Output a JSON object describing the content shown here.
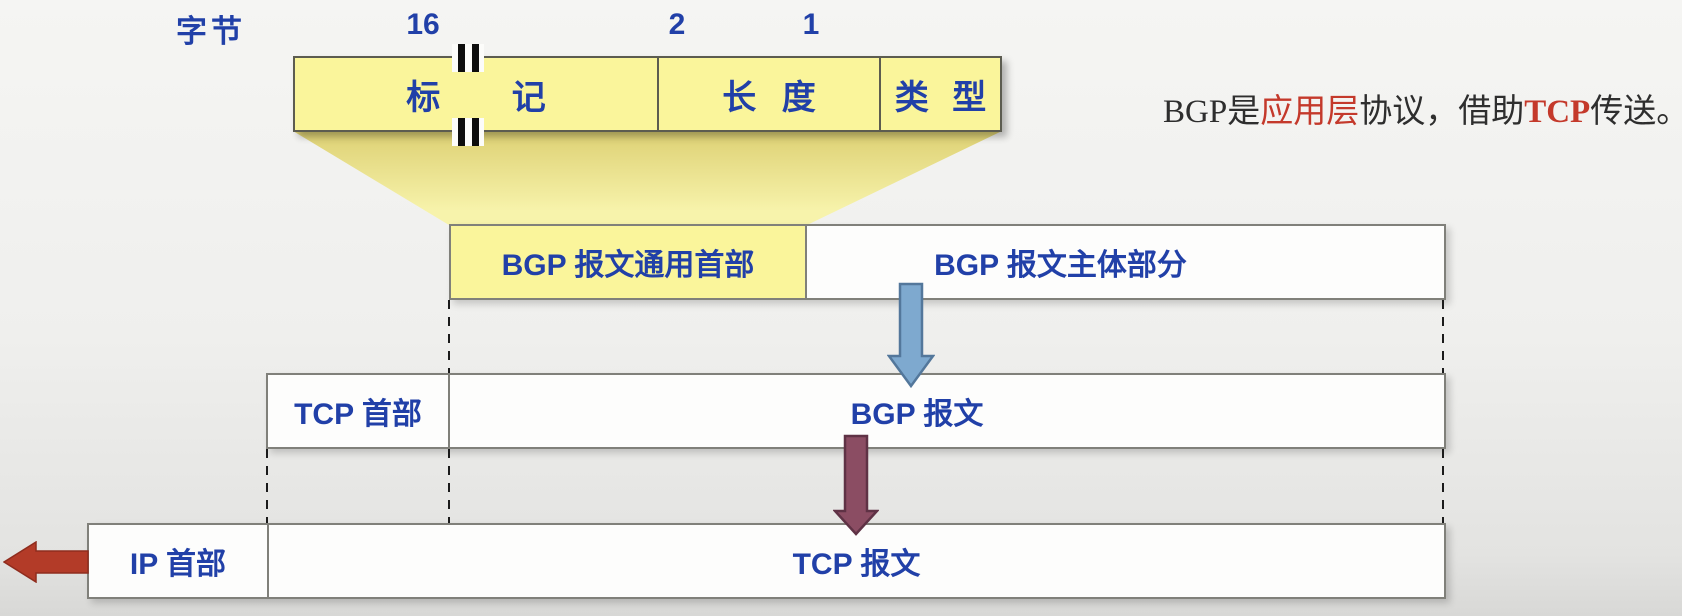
{
  "colors": {
    "accent_blue": "#2140a8",
    "highlight_yellow": "#faf59b",
    "funnel_top": "#ddd073",
    "funnel_bottom": "#f7f3ab",
    "arrow_blue": "#7ea9cf",
    "arrow_blue_border": "#53779b",
    "arrow_purple": "#8b4d63",
    "arrow_purple_border": "#5f3245",
    "arrow_red": "#b33b28",
    "text_dark": "#2e2e2e",
    "text_red": "#c4392b"
  },
  "byte_scale": {
    "label": "字节",
    "marks": [
      "16",
      "2",
      "1"
    ]
  },
  "bgp_header_fields": [
    {
      "label": "标 记"
    },
    {
      "label": "长 度"
    },
    {
      "label": "类 型"
    }
  ],
  "encapsulation": {
    "bgp_row": {
      "header": "BGP 报文通用首部",
      "body": "BGP 报文主体部分"
    },
    "tcp_row": {
      "header": "TCP 首部",
      "body": "BGP 报文"
    },
    "ip_row": {
      "header": "IP 首部",
      "body": "TCP 报文"
    }
  },
  "annotation": {
    "segments": [
      {
        "text": "BGP是"
      },
      {
        "text": "应用层"
      },
      {
        "text": "协议，借助"
      },
      {
        "text": "TCP"
      },
      {
        "text": "传送。"
      }
    ]
  }
}
